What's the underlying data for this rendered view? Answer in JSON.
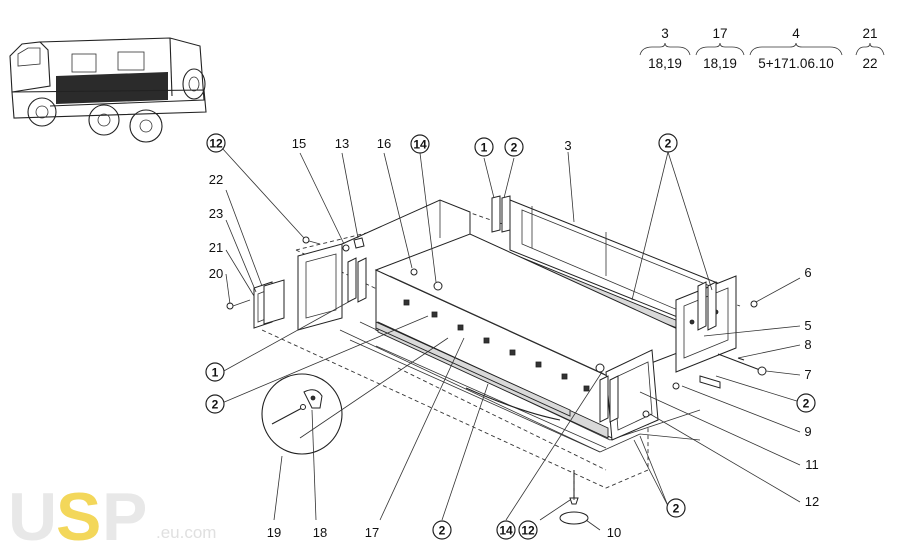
{
  "reference_groups": [
    {
      "top": "3",
      "bottom": "18,19"
    },
    {
      "top": "17",
      "bottom": "18,19"
    },
    {
      "top": "4",
      "bottom": "5+171.06.10"
    },
    {
      "top": "21",
      "bottom": "22"
    }
  ],
  "callouts": {
    "c12a": "12",
    "c15": "15",
    "c13": "13",
    "c16": "16",
    "c14a": "14",
    "c1a": "1",
    "c2a": "2",
    "c3": "3",
    "c2b": "2",
    "c22": "22",
    "c23": "23",
    "c21": "21",
    "c20": "20",
    "c6": "6",
    "c1b": "1",
    "c2c": "2",
    "c5": "5",
    "c8": "8",
    "c7": "7",
    "c2d": "2",
    "c9": "9",
    "c11": "11",
    "c12b": "12",
    "c2e": "2",
    "c19": "19",
    "c18": "18",
    "c17": "17",
    "c2f": "2",
    "c14b": "14",
    "c12c": "12",
    "c10": "10"
  },
  "logo": {
    "u": "U",
    "s": "S",
    "p": "P",
    "domain": ".eu.com"
  }
}
